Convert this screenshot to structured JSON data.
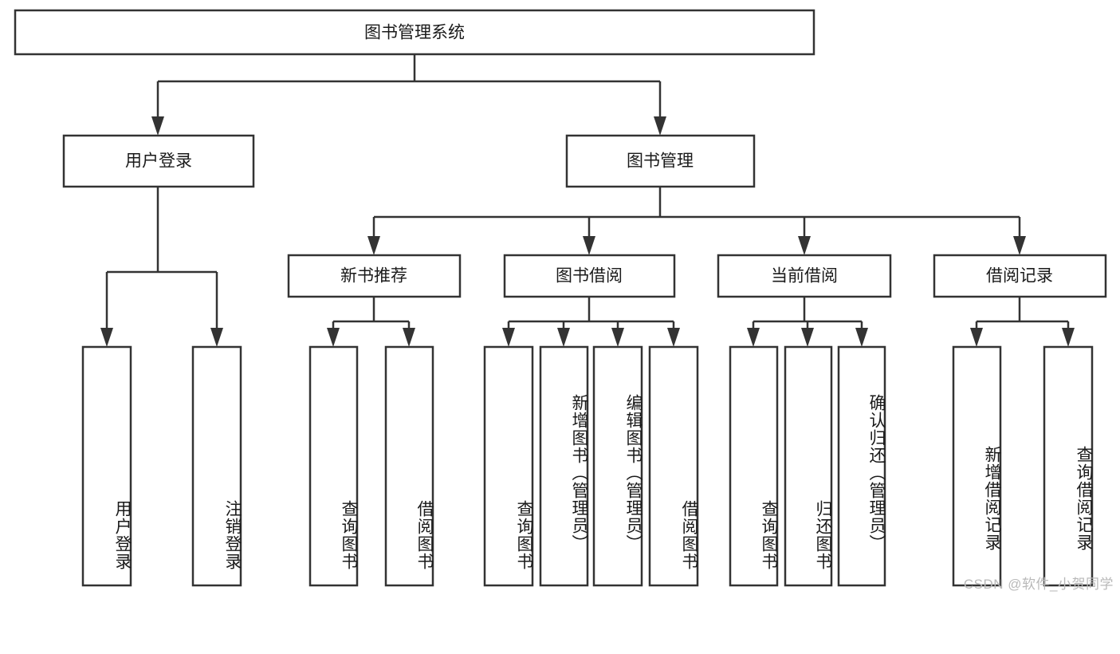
{
  "diagram": {
    "type": "tree-hierarchy",
    "title": "图书管理系统",
    "watermark": "CSDN @软件_小贺同学",
    "levels": [
      {
        "level": 1,
        "nodes": [
          {
            "id": "root",
            "label": "图书管理系统",
            "orientation": "horizontal"
          }
        ]
      },
      {
        "level": 2,
        "nodes": [
          {
            "id": "user-login",
            "label": "用户登录",
            "orientation": "horizontal",
            "parent": "root"
          },
          {
            "id": "book-manage",
            "label": "图书管理",
            "orientation": "horizontal",
            "parent": "root"
          }
        ]
      },
      {
        "level": 3,
        "nodes": [
          {
            "id": "new-book-rec",
            "label": "新书推荐",
            "orientation": "horizontal",
            "parent": "book-manage"
          },
          {
            "id": "book-borrow",
            "label": "图书借阅",
            "orientation": "horizontal",
            "parent": "book-manage"
          },
          {
            "id": "current-borrow",
            "label": "当前借阅",
            "orientation": "horizontal",
            "parent": "book-manage"
          },
          {
            "id": "borrow-record",
            "label": "借阅记录",
            "orientation": "horizontal",
            "parent": "book-manage"
          }
        ]
      },
      {
        "level": 4,
        "nodes": [
          {
            "id": "leaf-user-login",
            "label": "用户登录",
            "orientation": "vertical",
            "parent": "user-login"
          },
          {
            "id": "leaf-logout",
            "label": "注销登录",
            "orientation": "vertical",
            "parent": "user-login"
          },
          {
            "id": "leaf-query-book-1",
            "label": "查询图书",
            "orientation": "vertical",
            "parent": "new-book-rec"
          },
          {
            "id": "leaf-borrow-book-1",
            "label": "借阅图书",
            "orientation": "vertical",
            "parent": "new-book-rec"
          },
          {
            "id": "leaf-query-book-2",
            "label": "查询图书",
            "orientation": "vertical",
            "parent": "book-borrow"
          },
          {
            "id": "leaf-add-book",
            "label": "新增图书（管理员）",
            "orientation": "vertical",
            "parent": "book-borrow"
          },
          {
            "id": "leaf-edit-book",
            "label": "编辑图书（管理员）",
            "orientation": "vertical",
            "parent": "book-borrow"
          },
          {
            "id": "leaf-borrow-book-2",
            "label": "借阅图书",
            "orientation": "vertical",
            "parent": "book-borrow"
          },
          {
            "id": "leaf-query-book-3",
            "label": "查询图书",
            "orientation": "vertical",
            "parent": "current-borrow"
          },
          {
            "id": "leaf-return-book",
            "label": "归还图书",
            "orientation": "vertical",
            "parent": "current-borrow"
          },
          {
            "id": "leaf-confirm-return",
            "label": "确认归还（管理员）",
            "orientation": "vertical",
            "parent": "current-borrow"
          },
          {
            "id": "leaf-add-record",
            "label": "新增借阅记录",
            "orientation": "vertical",
            "parent": "borrow-record"
          },
          {
            "id": "leaf-query-record",
            "label": "查询借阅记录",
            "orientation": "vertical",
            "parent": "borrow-record"
          }
        ]
      }
    ],
    "colors": {
      "stroke": "#333333",
      "fill": "#ffffff",
      "text": "#1a1a1a",
      "watermark": "#b9b9b9"
    }
  }
}
